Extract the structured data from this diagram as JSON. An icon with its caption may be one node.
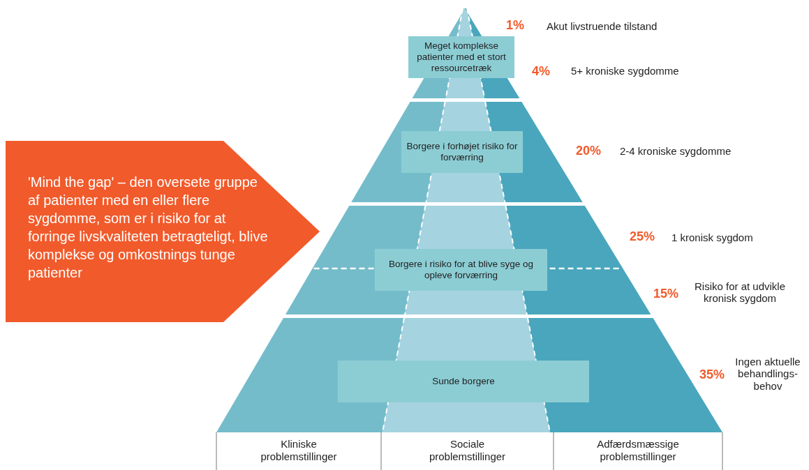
{
  "diagram": {
    "nodes": [
      {
        "text": [
          "'Mind the gap' – den oversete gruppe af patienter med en eller flere sygdomme, som er i risiko for at forringe livskvaliteten betragteligt, blive komplekse og omkostnings tunge patienter"
        ]
      },
      {
        "text": [
          "Meget komplekse patienter med et stort ressourcetræk"
        ]
      },
      {
        "text": [
          "Borgere i forhøjet risiko for forværring"
        ]
      },
      {
        "text": [
          "Borgere i risiko for at blive syge og opleve forværring"
        ]
      },
      {
        "text": [
          "Sunde borgere"
        ]
      }
    ],
    "labels": [
      "1%",
      "Akut livstruende tilstand",
      "4%",
      "5+ kroniske sygdomme",
      "20%",
      "2-4 kroniske sygdomme",
      "25%",
      "1 kronisk sygdom",
      "15%",
      "Risiko for at udvikle kronisk sygdom",
      "35%",
      "Ingen aktuelle behandlings-behov",
      "Kliniske problemstillinger",
      "Sociale problemstillinger",
      "Adfærdsmæssige problemstillinger"
    ]
  }
}
